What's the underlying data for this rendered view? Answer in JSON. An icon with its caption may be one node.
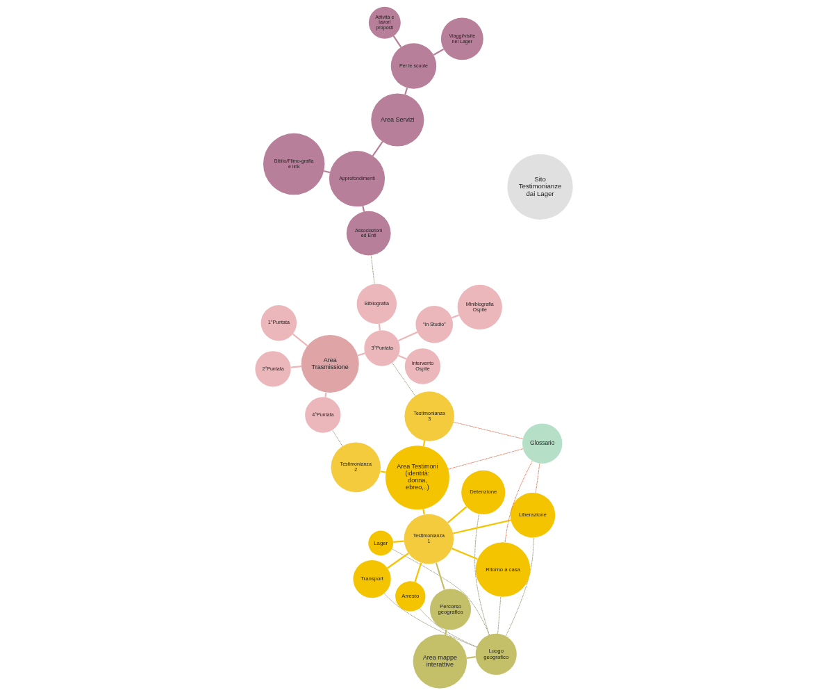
{
  "diagram": {
    "nodes": [
      {
        "text": [
          "Sito Testimonianze dai Lager"
        ]
      },
      {
        "text": [
          "Area mappe interattive"
        ]
      },
      {
        "text": [
          "Luogo geografico"
        ]
      },
      {
        "text": [
          "Percorso geografico"
        ]
      },
      {
        "text": [
          "Area Testimoni",
          "(identità: donna, ebreo,..)"
        ]
      },
      {
        "text": [
          "Testimonianza 1"
        ]
      },
      {
        "text": [
          "Lager"
        ]
      },
      {
        "text": [
          "Transport"
        ]
      },
      {
        "text": [
          "Detenzione"
        ]
      },
      {
        "text": [
          "Arresto"
        ]
      },
      {
        "text": [
          "Liberazione"
        ]
      },
      {
        "text": [
          "Ritorno a casa"
        ]
      },
      {
        "text": [
          "Testimonianza 2"
        ]
      },
      {
        "text": [
          "Testimonianza 3"
        ]
      },
      {
        "text": [
          "Glossario"
        ]
      },
      {
        "text": [
          "Area Servizi"
        ]
      },
      {
        "text": [
          "Per le scuole"
        ]
      },
      {
        "text": [
          "Viaggi/visite nei Lager"
        ]
      },
      {
        "text": [
          "Attività e lavori proposti"
        ]
      },
      {
        "text": [
          "Approfondimenti"
        ]
      },
      {
        "text": [
          "Biblio/Filmo-grafia e link"
        ]
      },
      {
        "text": [
          "Associazioni ed Enti"
        ]
      },
      {
        "text": [
          "Area Trasmissione"
        ]
      },
      {
        "text": [
          "4°Puntata"
        ]
      },
      {
        "text": [
          "3°Puntata"
        ]
      },
      {
        "text": [
          "1°Puntata"
        ]
      },
      {
        "text": [
          "2°Puntata"
        ]
      },
      {
        "text": [
          "“In Studio”"
        ]
      },
      {
        "text": [
          "Minibiografia Ospite"
        ]
      },
      {
        "text": [
          "Intervento Ospite"
        ]
      },
      {
        "text": [
          "Bibliografia"
        ]
      }
    ],
    "edges": [
      {
        "from": 1,
        "to": 2,
        "arrow": "none",
        "color": "#c4c06a"
      },
      {
        "from": 1,
        "to": 3,
        "arrow": "none",
        "color": "#c4c06a"
      },
      {
        "from": 3,
        "to": 5,
        "arrow": "none",
        "color": "#c4c06a"
      },
      {
        "from": 4,
        "to": 5,
        "arrow": "none",
        "color": "#f5c400"
      },
      {
        "from": 5,
        "to": 6,
        "arrow": "none",
        "color": "#f5c400"
      },
      {
        "from": 5,
        "to": 7,
        "arrow": "none",
        "color": "#f5c400"
      },
      {
        "from": 5,
        "to": 8,
        "arrow": "none",
        "color": "#f5c400"
      },
      {
        "from": 5,
        "to": 9,
        "arrow": "none",
        "color": "#f5c400"
      },
      {
        "from": 5,
        "to": 10,
        "arrow": "none",
        "color": "#f5c400"
      },
      {
        "from": 5,
        "to": 11,
        "arrow": "none",
        "color": "#f5c400"
      },
      {
        "from": 4,
        "to": 12,
        "arrow": "none",
        "color": "#f5c400"
      },
      {
        "from": 4,
        "to": 13,
        "arrow": "none",
        "color": "#f5c400"
      },
      {
        "from": 15,
        "to": 16,
        "arrow": "none",
        "color": "#b87f9a"
      },
      {
        "from": 16,
        "to": 17,
        "arrow": "none",
        "color": "#b87f9a"
      },
      {
        "from": 16,
        "to": 18,
        "arrow": "none",
        "color": "#b87f9a"
      },
      {
        "from": 15,
        "to": 19,
        "arrow": "none",
        "color": "#b87f9a"
      },
      {
        "from": 19,
        "to": 20,
        "arrow": "none",
        "color": "#b87f9a"
      },
      {
        "from": 19,
        "to": 21,
        "arrow": "none",
        "color": "#b87f9a"
      },
      {
        "from": 22,
        "to": 23,
        "arrow": "none",
        "color": "#ecb7bb"
      },
      {
        "from": 22,
        "to": 24,
        "arrow": "none",
        "color": "#ecb7bb"
      },
      {
        "from": 22,
        "to": 25,
        "arrow": "none",
        "color": "#ecb7bb"
      },
      {
        "from": 22,
        "to": 26,
        "arrow": "none",
        "color": "#ecb7bb"
      },
      {
        "from": 24,
        "to": 27,
        "arrow": "none",
        "color": "#ecb7bb"
      },
      {
        "from": 27,
        "to": 28,
        "arrow": "none",
        "color": "#ecb7bb"
      },
      {
        "from": 24,
        "to": 29,
        "arrow": "none",
        "color": "#ecb7bb"
      },
      {
        "from": 24,
        "to": 30,
        "arrow": "none",
        "color": "#ecb7bb"
      },
      {
        "from": 2,
        "to": 6,
        "arrow": "none",
        "style": "dashed",
        "color": "#9b9a80"
      },
      {
        "from": 2,
        "to": 7,
        "arrow": "none",
        "style": "dashed",
        "color": "#9b9a80"
      },
      {
        "from": 2,
        "to": 8,
        "arrow": "none",
        "style": "dashed",
        "color": "#9b9a80"
      },
      {
        "from": 2,
        "to": 9,
        "arrow": "none",
        "style": "dashed",
        "color": "#9b9a80"
      },
      {
        "from": 2,
        "to": 10,
        "arrow": "none",
        "style": "dashed",
        "color": "#9b9a80"
      },
      {
        "from": 2,
        "to": 11,
        "arrow": "none",
        "style": "dashed",
        "color": "#9b9a80"
      },
      {
        "from": 12,
        "to": 23,
        "arrow": "none",
        "style": "dashed",
        "color": "#9b9a80"
      },
      {
        "from": 13,
        "to": 24,
        "arrow": "none",
        "style": "dashed",
        "color": "#9b9a80"
      },
      {
        "from": 21,
        "to": 30,
        "arrow": "none",
        "style": "dashed",
        "color": "#9b9a80"
      },
      {
        "from": 10,
        "to": 14,
        "arrow": "none",
        "style": "dashed",
        "color": "#e07a60"
      },
      {
        "from": 11,
        "to": 14,
        "arrow": "none",
        "style": "dashed",
        "color": "#e07a60"
      },
      {
        "from": 4,
        "to": 14,
        "arrow": "none",
        "style": "dashed",
        "color": "#e07a60"
      },
      {
        "from": 13,
        "to": 14,
        "arrow": "none",
        "style": "dashed",
        "color": "#e07a60"
      }
    ]
  }
}
